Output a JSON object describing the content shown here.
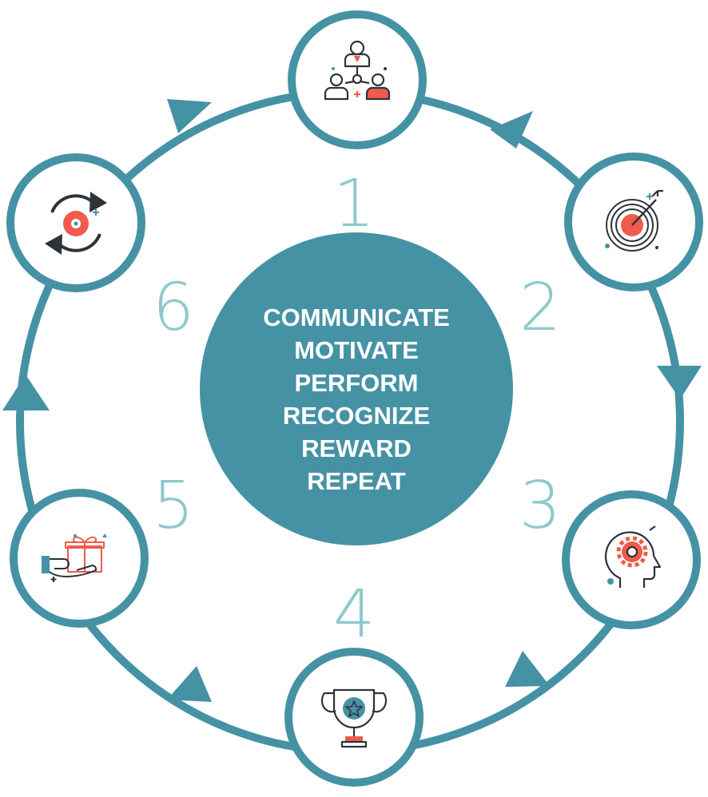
{
  "center": {
    "lines": [
      "COMMUNICATE",
      "MOTIVATE",
      "PERFORM",
      "RECOGNIZE",
      "REWARD",
      "REPEAT"
    ]
  },
  "steps": [
    {
      "number": "1",
      "icon": "team-hierarchy-icon"
    },
    {
      "number": "2",
      "icon": "target-arrow-icon"
    },
    {
      "number": "3",
      "icon": "head-gear-icon"
    },
    {
      "number": "4",
      "icon": "trophy-star-icon"
    },
    {
      "number": "5",
      "icon": "gift-hand-icon"
    },
    {
      "number": "6",
      "icon": "repeat-cycle-icon"
    }
  ],
  "colors": {
    "teal": "#4692a5",
    "light_teal": "#8ec9cc",
    "accent": "#ef5b4c",
    "dark": "#2d3338"
  }
}
